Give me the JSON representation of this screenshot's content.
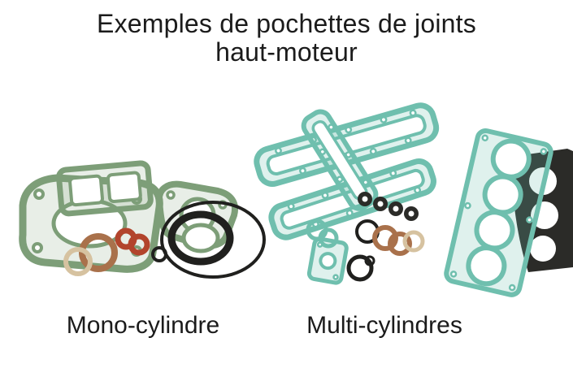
{
  "title": {
    "line1": "Exemples de pochettes de joints",
    "line2": "haut-moteur"
  },
  "captions": {
    "mono": "Mono-cylindre",
    "multi": "Multi-cylindres"
  },
  "colors": {
    "background": "#ffffff",
    "text": "#1b1b1b",
    "gasket_green": "#7d9e78",
    "gasket_teal": "#6fbfae",
    "ring_black": "#20201e",
    "copper": "#a9714b",
    "red": "#b2442c",
    "beige": "#d6c2a0",
    "dark_gasket": "#2b2b28"
  }
}
